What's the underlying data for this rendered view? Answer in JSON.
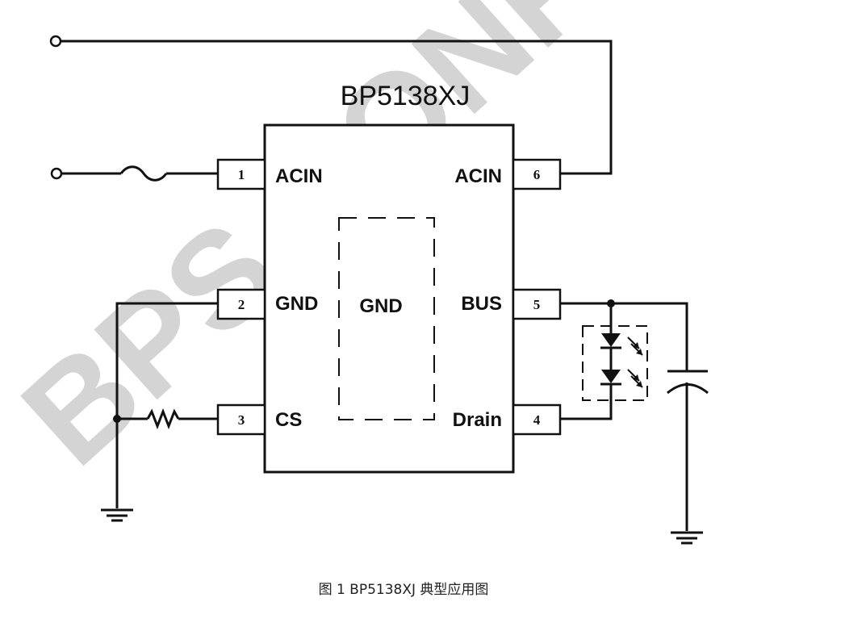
{
  "watermark": "BPS CONFI",
  "chip": {
    "name": "BP5138XJ",
    "center_pad_label": "GND",
    "pins": [
      {
        "num": "1",
        "label": "ACIN"
      },
      {
        "num": "2",
        "label": "GND"
      },
      {
        "num": "3",
        "label": "CS"
      },
      {
        "num": "4",
        "label": "Drain"
      },
      {
        "num": "5",
        "label": "BUS"
      },
      {
        "num": "6",
        "label": "ACIN"
      }
    ]
  },
  "caption": "图 1 BP5138XJ 典型应用图"
}
